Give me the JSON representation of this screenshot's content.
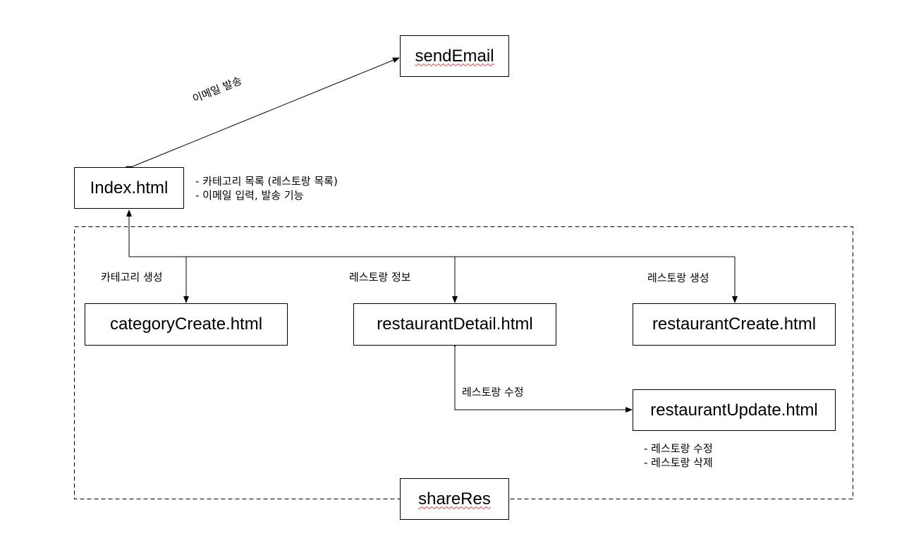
{
  "nodes": {
    "send_email": "sendEmail",
    "index": "Index.html",
    "category_create": "categoryCreate.html",
    "restaurant_detail": "restaurantDetail.html",
    "restaurant_create": "restaurantCreate.html",
    "restaurant_update": "restaurantUpdate.html",
    "share_res": "shareRes"
  },
  "edge_labels": {
    "send_email": "이메일 발송",
    "category_create": "카테고리 생성",
    "restaurant_detail": "레스토랑 정보",
    "restaurant_create": "레스토랑 생성",
    "restaurant_update": "레스토랑 수정"
  },
  "notes": {
    "index": [
      "- 카테고리 목록 (레스토랑 목록)",
      "- 이메일 입력, 발송 기능"
    ],
    "restaurant_update": [
      "- 레스토랑 수정",
      "- 레스토랑 삭제"
    ]
  }
}
